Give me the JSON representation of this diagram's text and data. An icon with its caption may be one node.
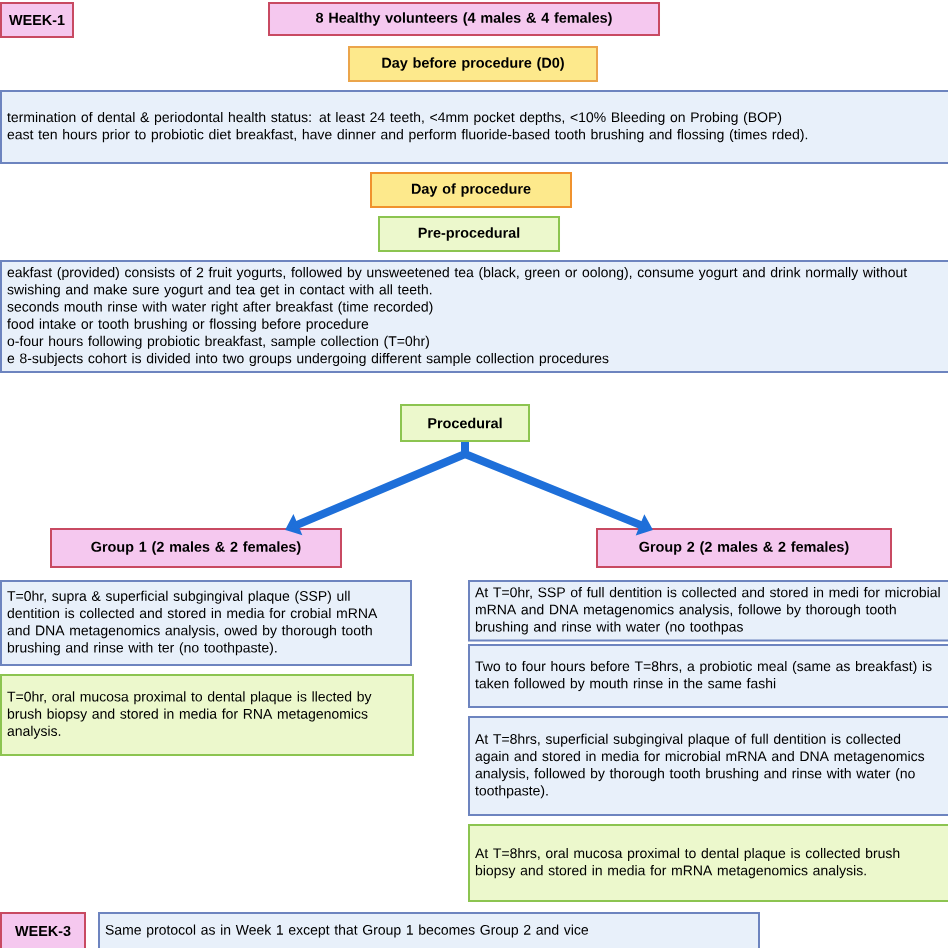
{
  "diagram": {
    "nodes": [
      {
        "text": [
          "WEEK-1"
        ]
      },
      {
        "text": [
          "8 Healthy volunteers (4 males & 4 females)"
        ]
      },
      {
        "text": [
          "Day before procedure (D0)"
        ]
      },
      {
        "text": [
          "termination of dental & periodontal health status: at least 24 teeth, <4mm pocket depths, <10% Bleeding on Probing (BOP)",
          "east ten hours prior to probiotic diet breakfast, have dinner and perform fluoride-based tooth brushing and flossing (times rded)."
        ]
      },
      {
        "text": [
          "Day of procedure"
        ]
      },
      {
        "text": [
          "Pre-procedural"
        ]
      },
      {
        "text": [
          "eakfast (provided) consists of 2 fruit yogurts, followed by unsweetened tea (black, green or oolong), consume yogurt and drink normally without swishing and make sure yogurt and tea get in contact with all teeth.",
          "seconds mouth rinse with water right after breakfast (time recorded)",
          "food intake or tooth brushing or flossing before procedure",
          "o-four hours following probiotic breakfast, sample collection (T=0hr)",
          "e 8-subjects cohort is divided into two groups undergoing different sample collection procedures"
        ]
      },
      {
        "text": [
          "Procedural"
        ]
      },
      {
        "text": [
          "Group 1 (2 males & 2 females)"
        ]
      },
      {
        "text": [
          "Group 2 (2 males & 2 females)"
        ]
      },
      {
        "text": [
          "T=0hr, supra & superficial subgingival plaque (SSP) ull dentition is collected and stored in media for crobial mRNA and DNA metagenomics analysis, owed by thorough tooth brushing and rinse with ter (no toothpaste)."
        ]
      },
      {
        "text": [
          "T=0hr, oral mucosa proximal to dental plaque is llected by brush biopsy and stored in media for RNA metagenomics analysis."
        ]
      },
      {
        "text": [
          "At T=0hr, SSP of full dentition is collected and stored in medi for microbial mRNA and DNA metagenomics analysis, followe by thorough tooth brushing and rinse with water (no toothpas"
        ]
      },
      {
        "text": [
          "Two to four hours before T=8hrs, a probiotic meal (same as breakfast) is taken followed by mouth rinse in the same fashi"
        ]
      },
      {
        "text": [
          "At T=8hrs, superficial subgingival plaque of full dentition is collected again and stored in media for microbial mRNA and DNA metagenomics analysis, followed by thorough tooth brushing and rinse with water (no toothpaste)."
        ]
      },
      {
        "text": [
          "At T=8hrs, oral mucosa proximal to dental plaque is collected brush biopsy and stored in media for mRNA metagenomics analysis."
        ]
      },
      {
        "text": [
          "WEEK-3"
        ]
      },
      {
        "text": [
          "Same protocol as in Week 1 except that Group 1 becomes Group 2 and vice"
        ]
      }
    ],
    "edges": [
      {
        "from": 7,
        "to": 8,
        "arrow": "to"
      },
      {
        "from": 7,
        "to": 9,
        "arrow": "to"
      }
    ]
  }
}
